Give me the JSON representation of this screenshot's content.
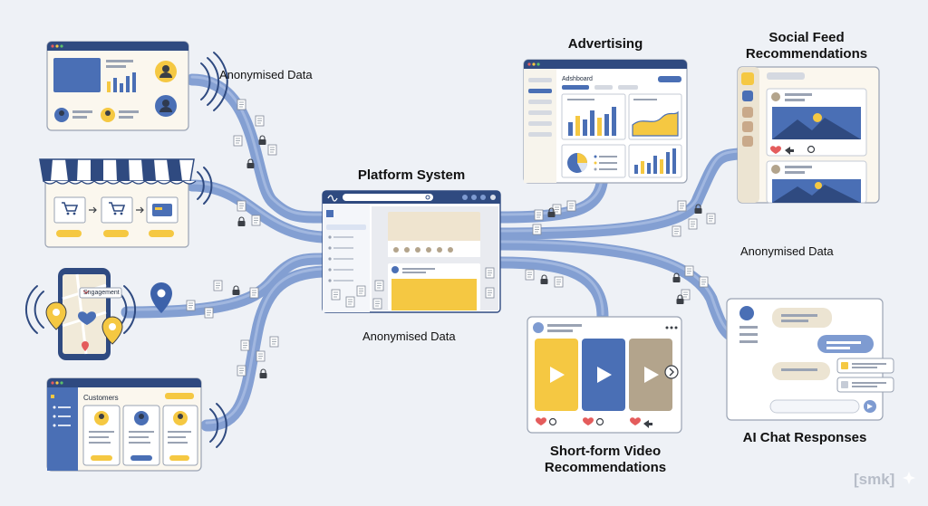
{
  "labels": {
    "anon_top": "Anonymised Data",
    "anon_right": "Anonymised Data",
    "anon_center": "Anonymised Data",
    "platform": "Platform System",
    "advertising": "Advertising",
    "social_feed": "Social Feed Recommendations",
    "short_video": "Short-form Video Recommendations",
    "ai_chat": "AI Chat Responses"
  },
  "windows": {
    "adshboard_title": "Adshboard",
    "customers_title": "Customers",
    "engagement_tag": "Sngagement"
  },
  "watermark": "[smk]",
  "colors": {
    "pipe": "#7e9bd1",
    "navy": "#2f4a80",
    "blue": "#4a6fb5",
    "yellow": "#f5c842",
    "beige": "#f1ead9",
    "taupe": "#b3a48c"
  }
}
